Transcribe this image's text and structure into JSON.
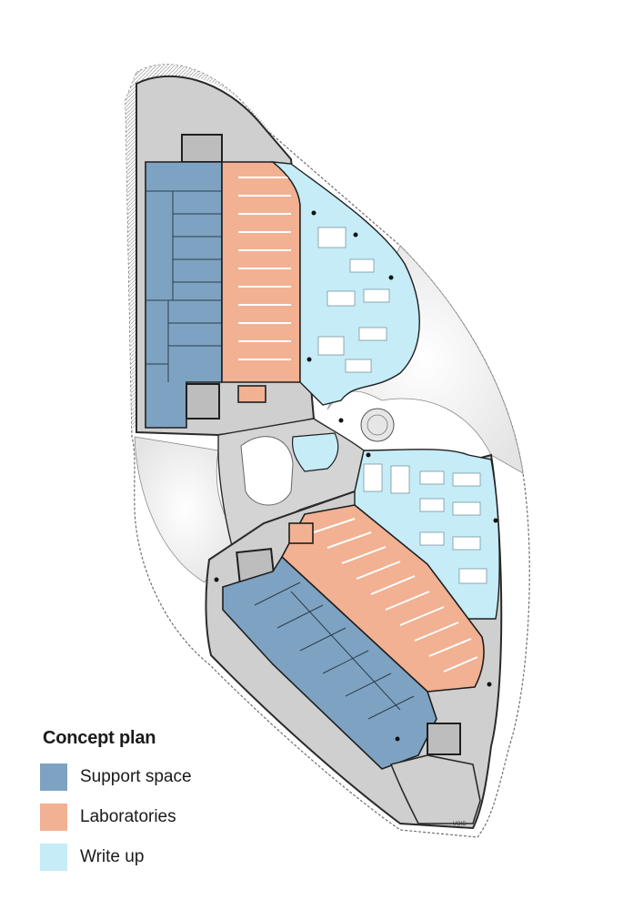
{
  "legend": {
    "title": "Concept plan",
    "items": [
      {
        "label": "Support space",
        "color": "#7ea3c2"
      },
      {
        "label": "Laboratories",
        "color": "#f1b192"
      },
      {
        "label": "Write up",
        "color": "#c5ecf7"
      }
    ]
  },
  "annotations": {
    "void_label": "VOID"
  },
  "colors": {
    "core": "#c9c9c9",
    "wall": "#1f1f1f",
    "slab_edge": "#8a8a8a",
    "background": "#ffffff"
  }
}
